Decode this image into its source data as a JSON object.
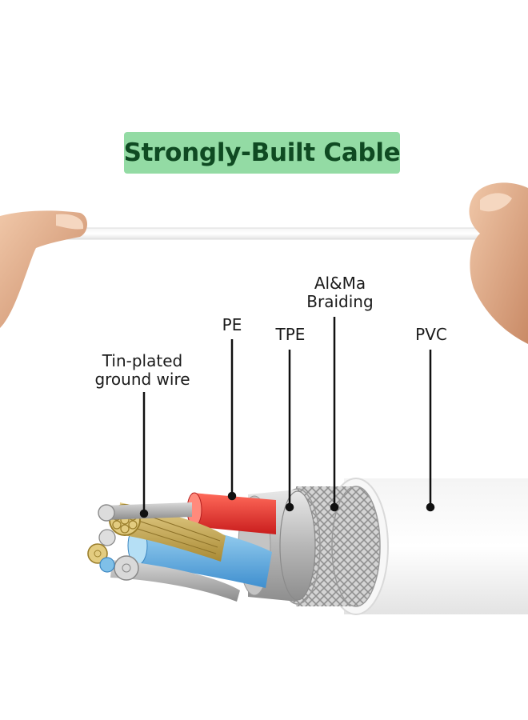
{
  "title": "Strongly-Built Cable",
  "labels": {
    "ground_wire": [
      "Tin-plated",
      "ground wire"
    ],
    "pe": "PE",
    "tpe": "TPE",
    "braiding": [
      "Al&Ma",
      "Braiding"
    ],
    "pvc": "PVC"
  },
  "colors": {
    "title_badge": "#93dba4",
    "title_text": "#0f4a22",
    "pe_red": "#e8352f",
    "tpe_blue": "#6fb7e6",
    "copper": "#c9a84a"
  }
}
